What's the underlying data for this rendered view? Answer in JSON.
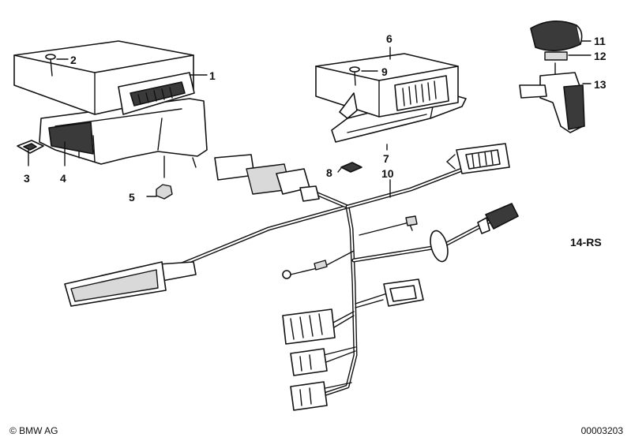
{
  "callouts": {
    "c1": "1",
    "c2": "2",
    "c3": "3",
    "c4": "4",
    "c5": "5",
    "c6": "6",
    "c7": "7",
    "c8": "8",
    "c9": "9",
    "c10": "10",
    "c11": "11",
    "c12": "12",
    "c13": "13",
    "c14": "14-RS"
  },
  "footer": {
    "copyright": "© BMW AG",
    "doc_number": "00003203"
  }
}
